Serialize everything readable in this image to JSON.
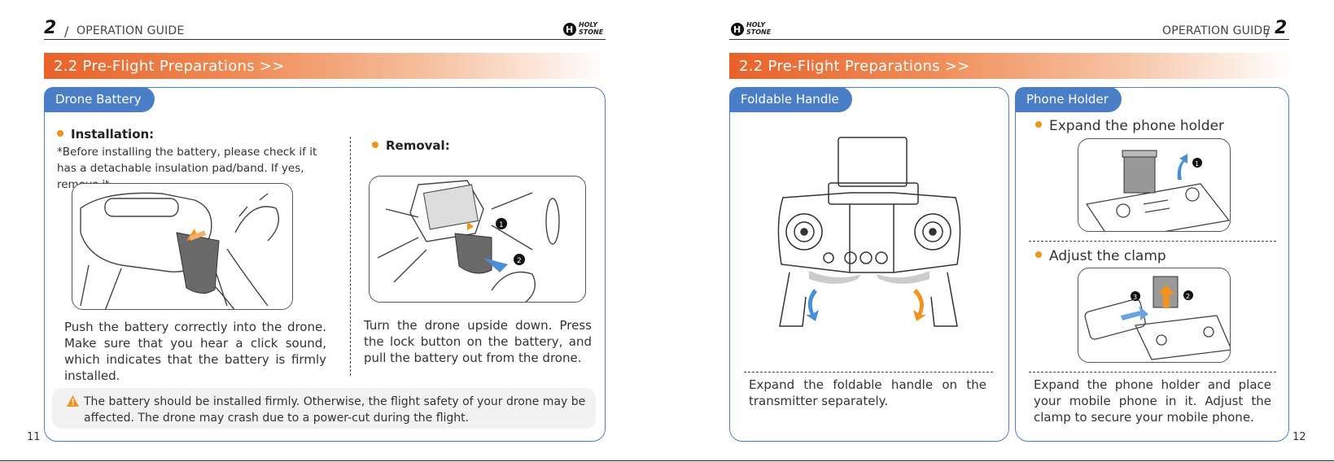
{
  "left_page": {
    "chapter_number": "2",
    "slash": "/",
    "header_label": "OPERATION GUIDE",
    "logo_text": [
      "HOLY",
      "STONE"
    ],
    "section_title": "2.2   Pre-Flight Preparations  >>",
    "panel_tab": "Drone Battery",
    "installation": {
      "heading": "Installation:",
      "note": "*Before installing the battery, please check if it has a detachable insulation pad/band. If yes, remove it.",
      "body": "Push the battery correctly into the drone. Make sure that you hear a click sound, which indicates that the battery is firmly installed."
    },
    "removal": {
      "heading": "Removal:",
      "body": "Turn the drone upside down. Press the lock button on the battery, and pull the battery out from the drone.",
      "step_markers": [
        "1",
        "2"
      ]
    },
    "warning": "The battery should be installed firmly. Otherwise, the flight safety of your drone may be affected. The drone may crash due to a power-cut during the flight.",
    "page_number": "11"
  },
  "right_page": {
    "logo_text": [
      "HOLY",
      "STONE"
    ],
    "header_label": "OPERATION GUIDE",
    "slash": "/",
    "chapter_number": "2",
    "section_title": "2.2   Pre-Flight Preparations  >>",
    "foldable_handle": {
      "tab": "Foldable Handle",
      "body": "Expand the foldable handle on the transmitter separately."
    },
    "phone_holder": {
      "tab": "Phone Holder",
      "step1": "Expand the phone holder",
      "step2": "Adjust the clamp",
      "markers": [
        "1",
        "2",
        "3"
      ],
      "body": "Expand the phone holder and place your mobile phone in it. Adjust the clamp to secure your mobile phone."
    },
    "page_number": "12"
  },
  "colors": {
    "accent_orange": "#e8622a",
    "panel_blue": "#4a7fc8",
    "bullet": "#f0931f"
  }
}
